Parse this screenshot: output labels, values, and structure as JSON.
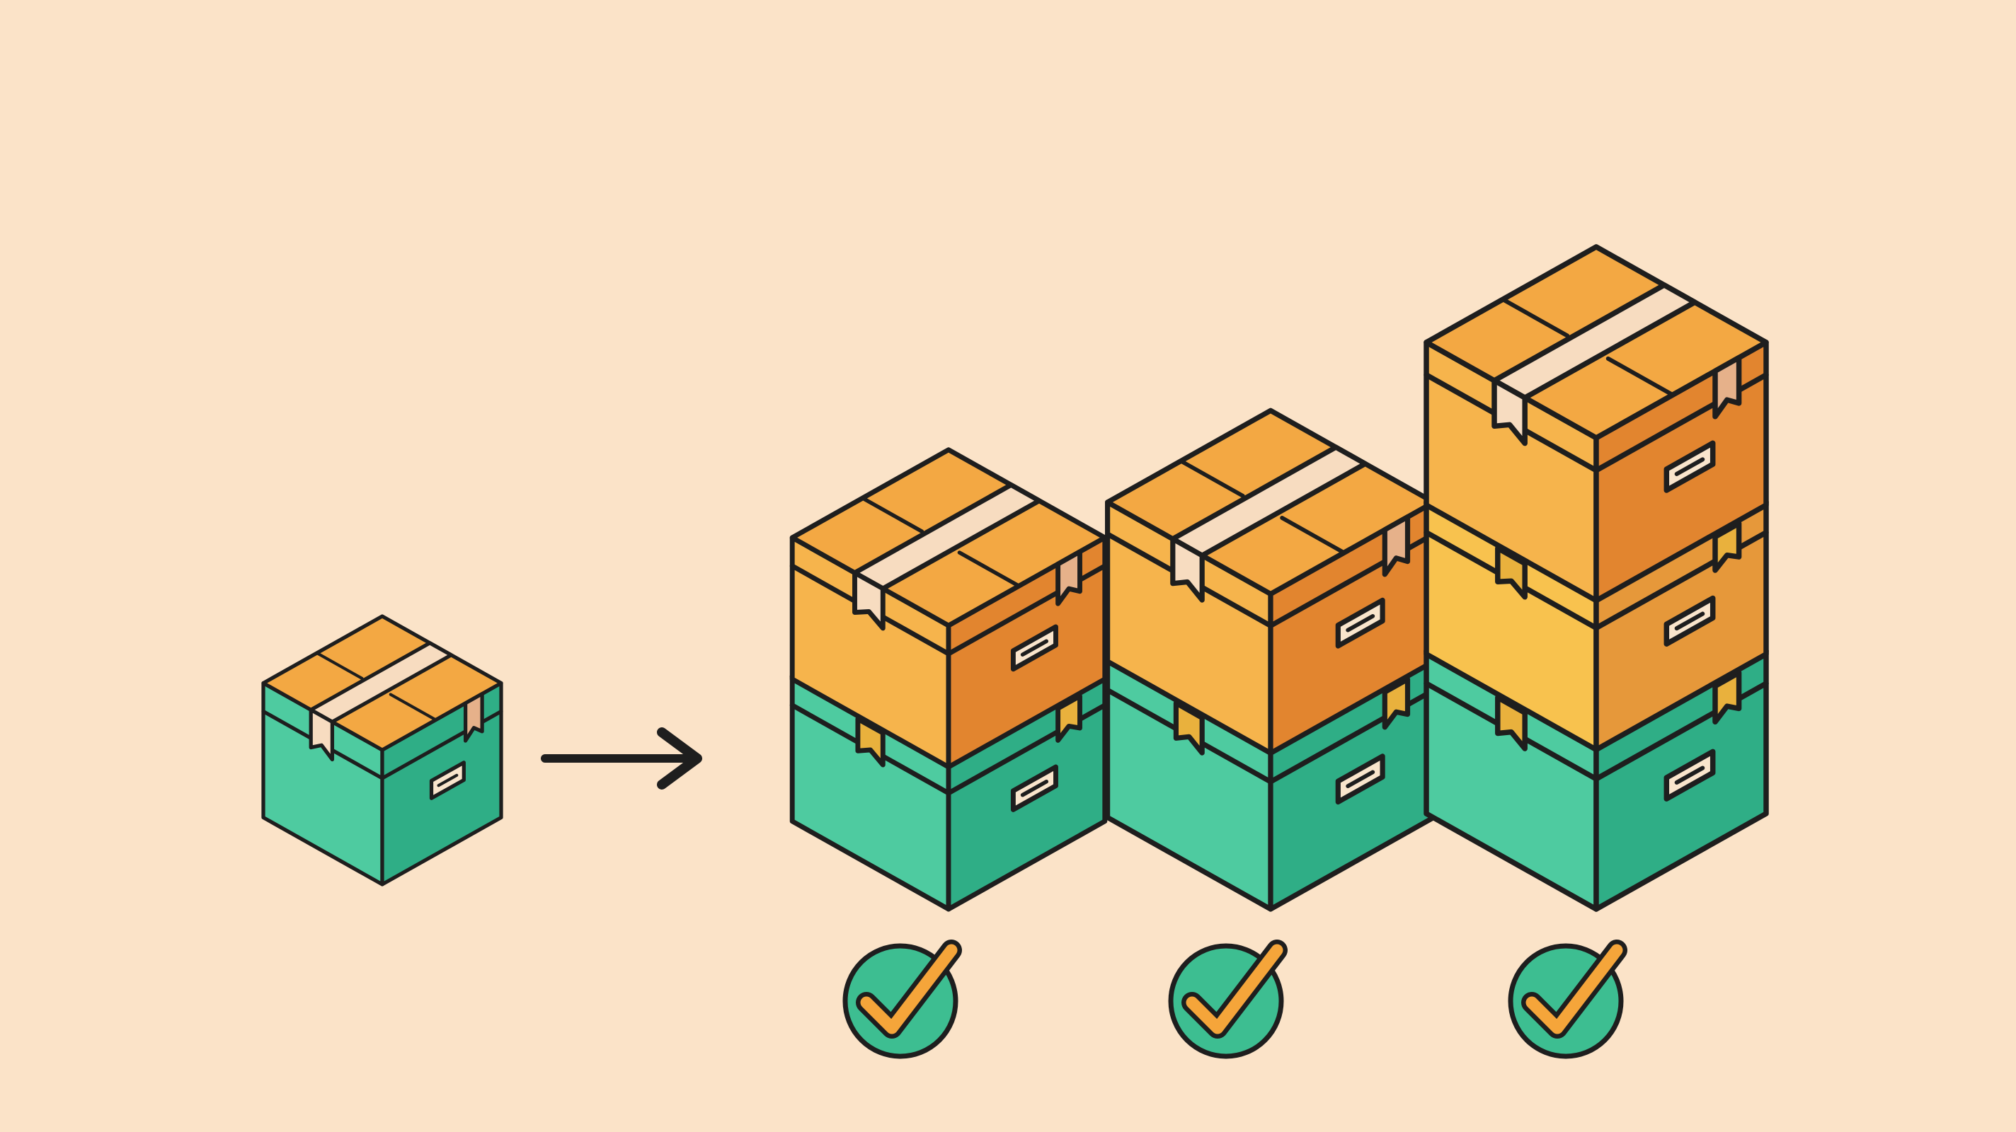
{
  "palette": {
    "background": "#FBE3C8",
    "outline": "#1E1E1E",
    "box_green": {
      "left": "#4ECBA0",
      "right": "#2FAE86",
      "top": "#5BD5AC"
    },
    "box_orange": {
      "left": "#F6B44C",
      "right": "#E2852F",
      "top": "#F3A843"
    },
    "box_yellow": {
      "left": "#F8C24E",
      "right": "#E6983A",
      "top": "#F6B84A"
    },
    "tape_light": "#F7DCC0",
    "tape_shade": "#E6B18A",
    "tape_gold": "#E9B13D",
    "label": "#F9E5CC",
    "check_circle": "#3DBE91",
    "check_mark": "#F5A53A"
  },
  "diagram": {
    "start_item": {
      "name": "single-box",
      "color": "green"
    },
    "transition": {
      "name": "arrow-right-icon"
    },
    "stacks": [
      {
        "name": "stack-1",
        "boxes": [
          "green",
          "orange"
        ],
        "status": "check-icon"
      },
      {
        "name": "stack-2",
        "boxes": [
          "green",
          "orange"
        ],
        "status": "check-icon"
      },
      {
        "name": "stack-3",
        "boxes": [
          "green",
          "yellow",
          "orange"
        ],
        "status": "check-icon"
      }
    ]
  }
}
